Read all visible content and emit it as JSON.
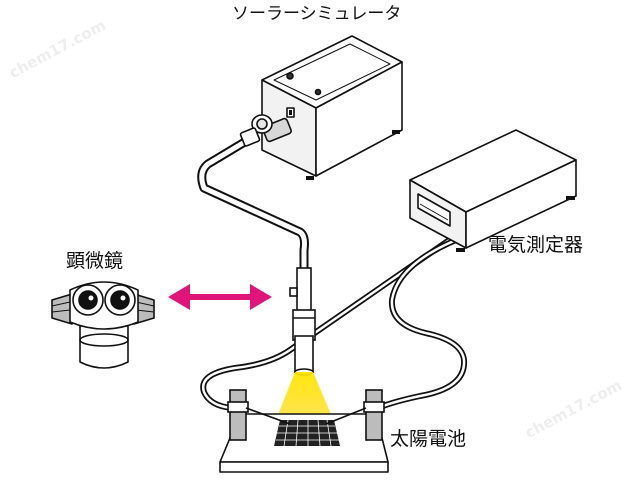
{
  "labels": {
    "solar_simulator": "ソーラーシミュレータ",
    "electrometer": "電気測定器",
    "microscope": "顕微鏡",
    "solar_cell": "太陽電池"
  },
  "watermarks": [
    "chem17.com",
    "chem17.com"
  ],
  "colors": {
    "arrow": "#e0157a",
    "light_beam": "#ffd400",
    "outline": "#111111",
    "grey": "#bcbcbc"
  }
}
